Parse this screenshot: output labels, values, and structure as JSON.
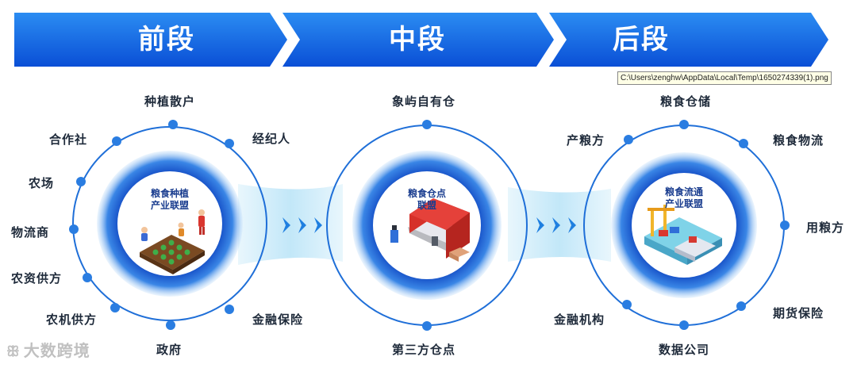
{
  "stages": [
    {
      "label": "前段"
    },
    {
      "label": "中段"
    },
    {
      "label": "后段"
    }
  ],
  "tooltip": "C:\\Users\\zenghw\\AppData\\Local\\Temp\\1650274339(1).png",
  "colors": {
    "banner_dark": "#0a4fd6",
    "banner_light": "#2b8cf2",
    "ring": "#1f6fd8",
    "dot": "#2a7de1",
    "core": "#1753c9",
    "band": "#bfe6f8",
    "chevron": "#1f7fe0"
  },
  "hubs": [
    {
      "title": "粮食种植\n产业联盟",
      "illustration": "farming-scene-icon",
      "nodes": [
        "种植散户",
        "经纪人",
        "金融保险",
        "政府",
        "农机供方",
        "农资供方",
        "物流商",
        "农场",
        "合作社"
      ]
    },
    {
      "title": "粮食仓点\n联盟",
      "illustration": "warehouse-icon",
      "nodes": [
        "象屿自有仓",
        "第三方仓点"
      ]
    },
    {
      "title": "粮食流通\n产业联盟",
      "illustration": "port-ship-icon",
      "nodes": [
        "粮食仓储",
        "粮食物流",
        "用粮方",
        "期货保险",
        "数据公司",
        "金融机构",
        "产粮方"
      ]
    }
  ],
  "watermark": "大数跨境"
}
